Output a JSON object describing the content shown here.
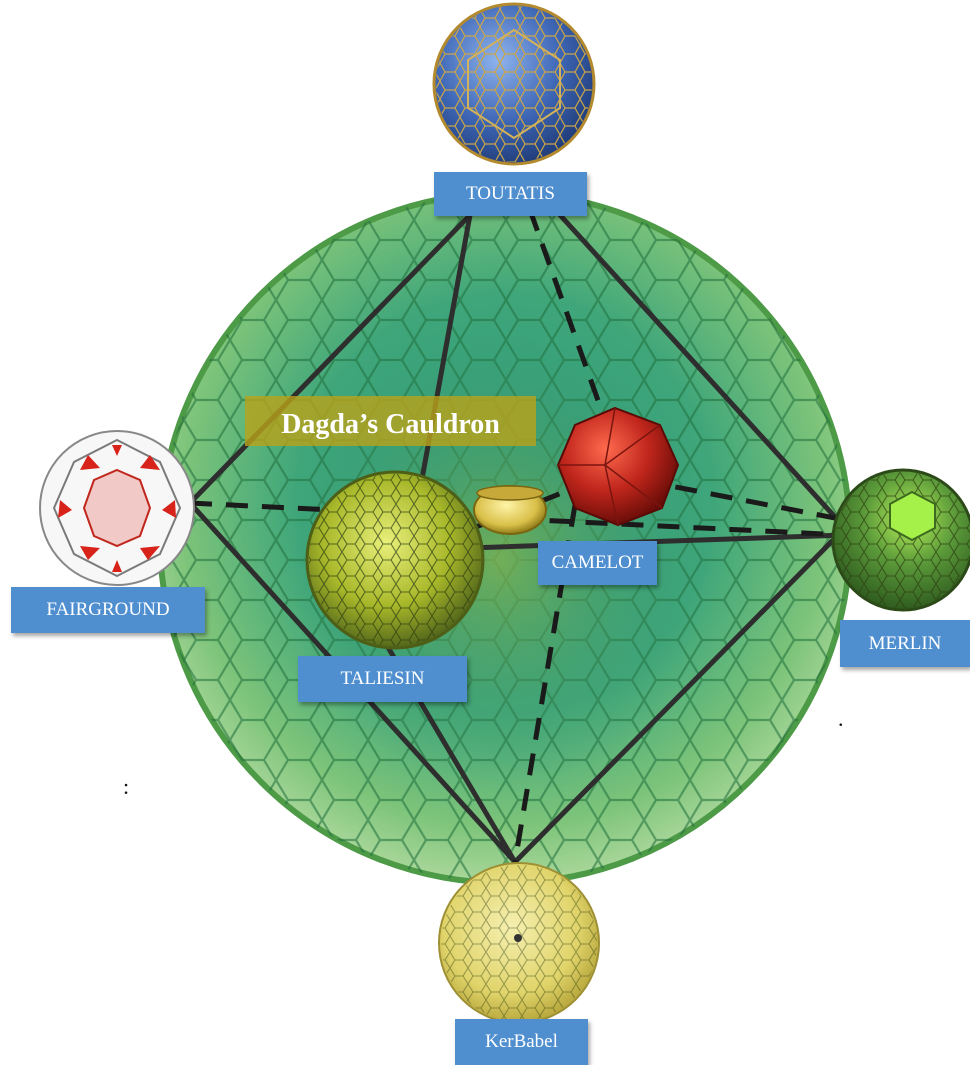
{
  "title": "Dagda’s Cauldron",
  "nodes": {
    "toutatis": "TOUTATIS",
    "fairground": "FAIRGROUND",
    "camelot": "CAMELOT",
    "merlin": "MERLIN",
    "taliesin": "TALIESIN",
    "kerbabel": "KerBabel"
  },
  "marks": {
    "colon": ":",
    "period": "."
  },
  "colors": {
    "label_blue": "#4f8fd0",
    "title_band": "#b9a21a",
    "outer_sphere": "#6fbf6a",
    "edge": "#2e2e2e",
    "camelot_red": "#c0261c",
    "merlin_green": "#5b9a3a",
    "kerbabel_yellow": "#e6dd7a",
    "taliesin_yellow": "#b8c52e",
    "toutatis_blue": "#3d66b5"
  },
  "icons": {
    "outer": "green-polyhedral-sphere",
    "toutatis": "blue-polytope-icon",
    "fairground": "red-wireframe-polytope-icon",
    "camelot": "red-polyhedron-icon",
    "merlin": "green-polyhedron-icon",
    "taliesin": "yellow-polyhedron-icon",
    "kerbabel": "yellow-translucent-polyhedron-icon",
    "cauldron": "golden-cauldron-icon"
  }
}
